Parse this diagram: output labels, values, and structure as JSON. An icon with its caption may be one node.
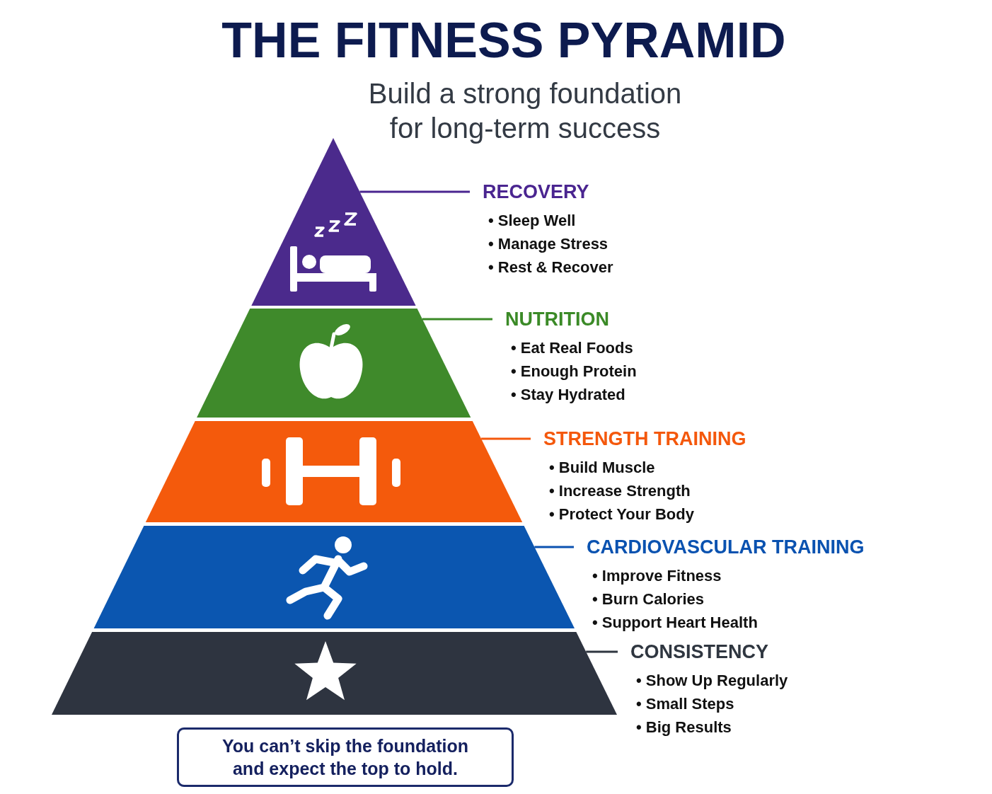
{
  "diagram": {
    "title": "THE FITNESS PYRAMID",
    "nodes": [
      {
        "text": [],
        "shape": "triangle"
      },
      {
        "text": [
          "RECOVERY",
          "• Sleep Well",
          "• Manage Stress",
          "• Rest & Recover"
        ]
      },
      {
        "text": [],
        "shape": "trapezoid"
      },
      {
        "text": [
          "NUTRITION",
          "• Eat Real Foods",
          "• Enough Protein",
          "• Stay Hydrated"
        ]
      },
      {
        "text": [],
        "shape": "trapezoid"
      },
      {
        "text": [
          "STRENGTH TRAINING",
          "• Build Muscle",
          "• Increase Strength",
          "• Protect Your Body"
        ]
      },
      {
        "text": [],
        "shape": "trapezoid"
      },
      {
        "text": [
          "CARDIOVASCULAR TRAINING",
          "• Improve Fitness",
          "• Burn Calories",
          "• Support Heart Health"
        ]
      },
      {
        "text": [],
        "shape": "trapezoid"
      },
      {
        "text": [
          "CONSISTENCY",
          "• Show Up Regularly",
          "• Small Steps",
          "• Big Results"
        ]
      },
      {
        "text": [
          "You can’t skip the foundation and expect the top to hold."
        ]
      }
    ],
    "edges": [
      {
        "from": 1,
        "to": 0,
        "arrow": "none",
        "color": "#4a2590"
      },
      {
        "from": 3,
        "to": 2,
        "arrow": "none",
        "color": "#3b8a27"
      },
      {
        "from": 5,
        "to": 4,
        "arrow": "none",
        "color": "#f4580c"
      },
      {
        "from": 7,
        "to": 6,
        "arrow": "none",
        "color": "#0a52b0"
      },
      {
        "from": 9,
        "to": 8,
        "arrow": "none",
        "color": "#2f3640"
      }
    ],
    "labels": [
      "Build a strong foundation for long-term success"
    ]
  }
}
